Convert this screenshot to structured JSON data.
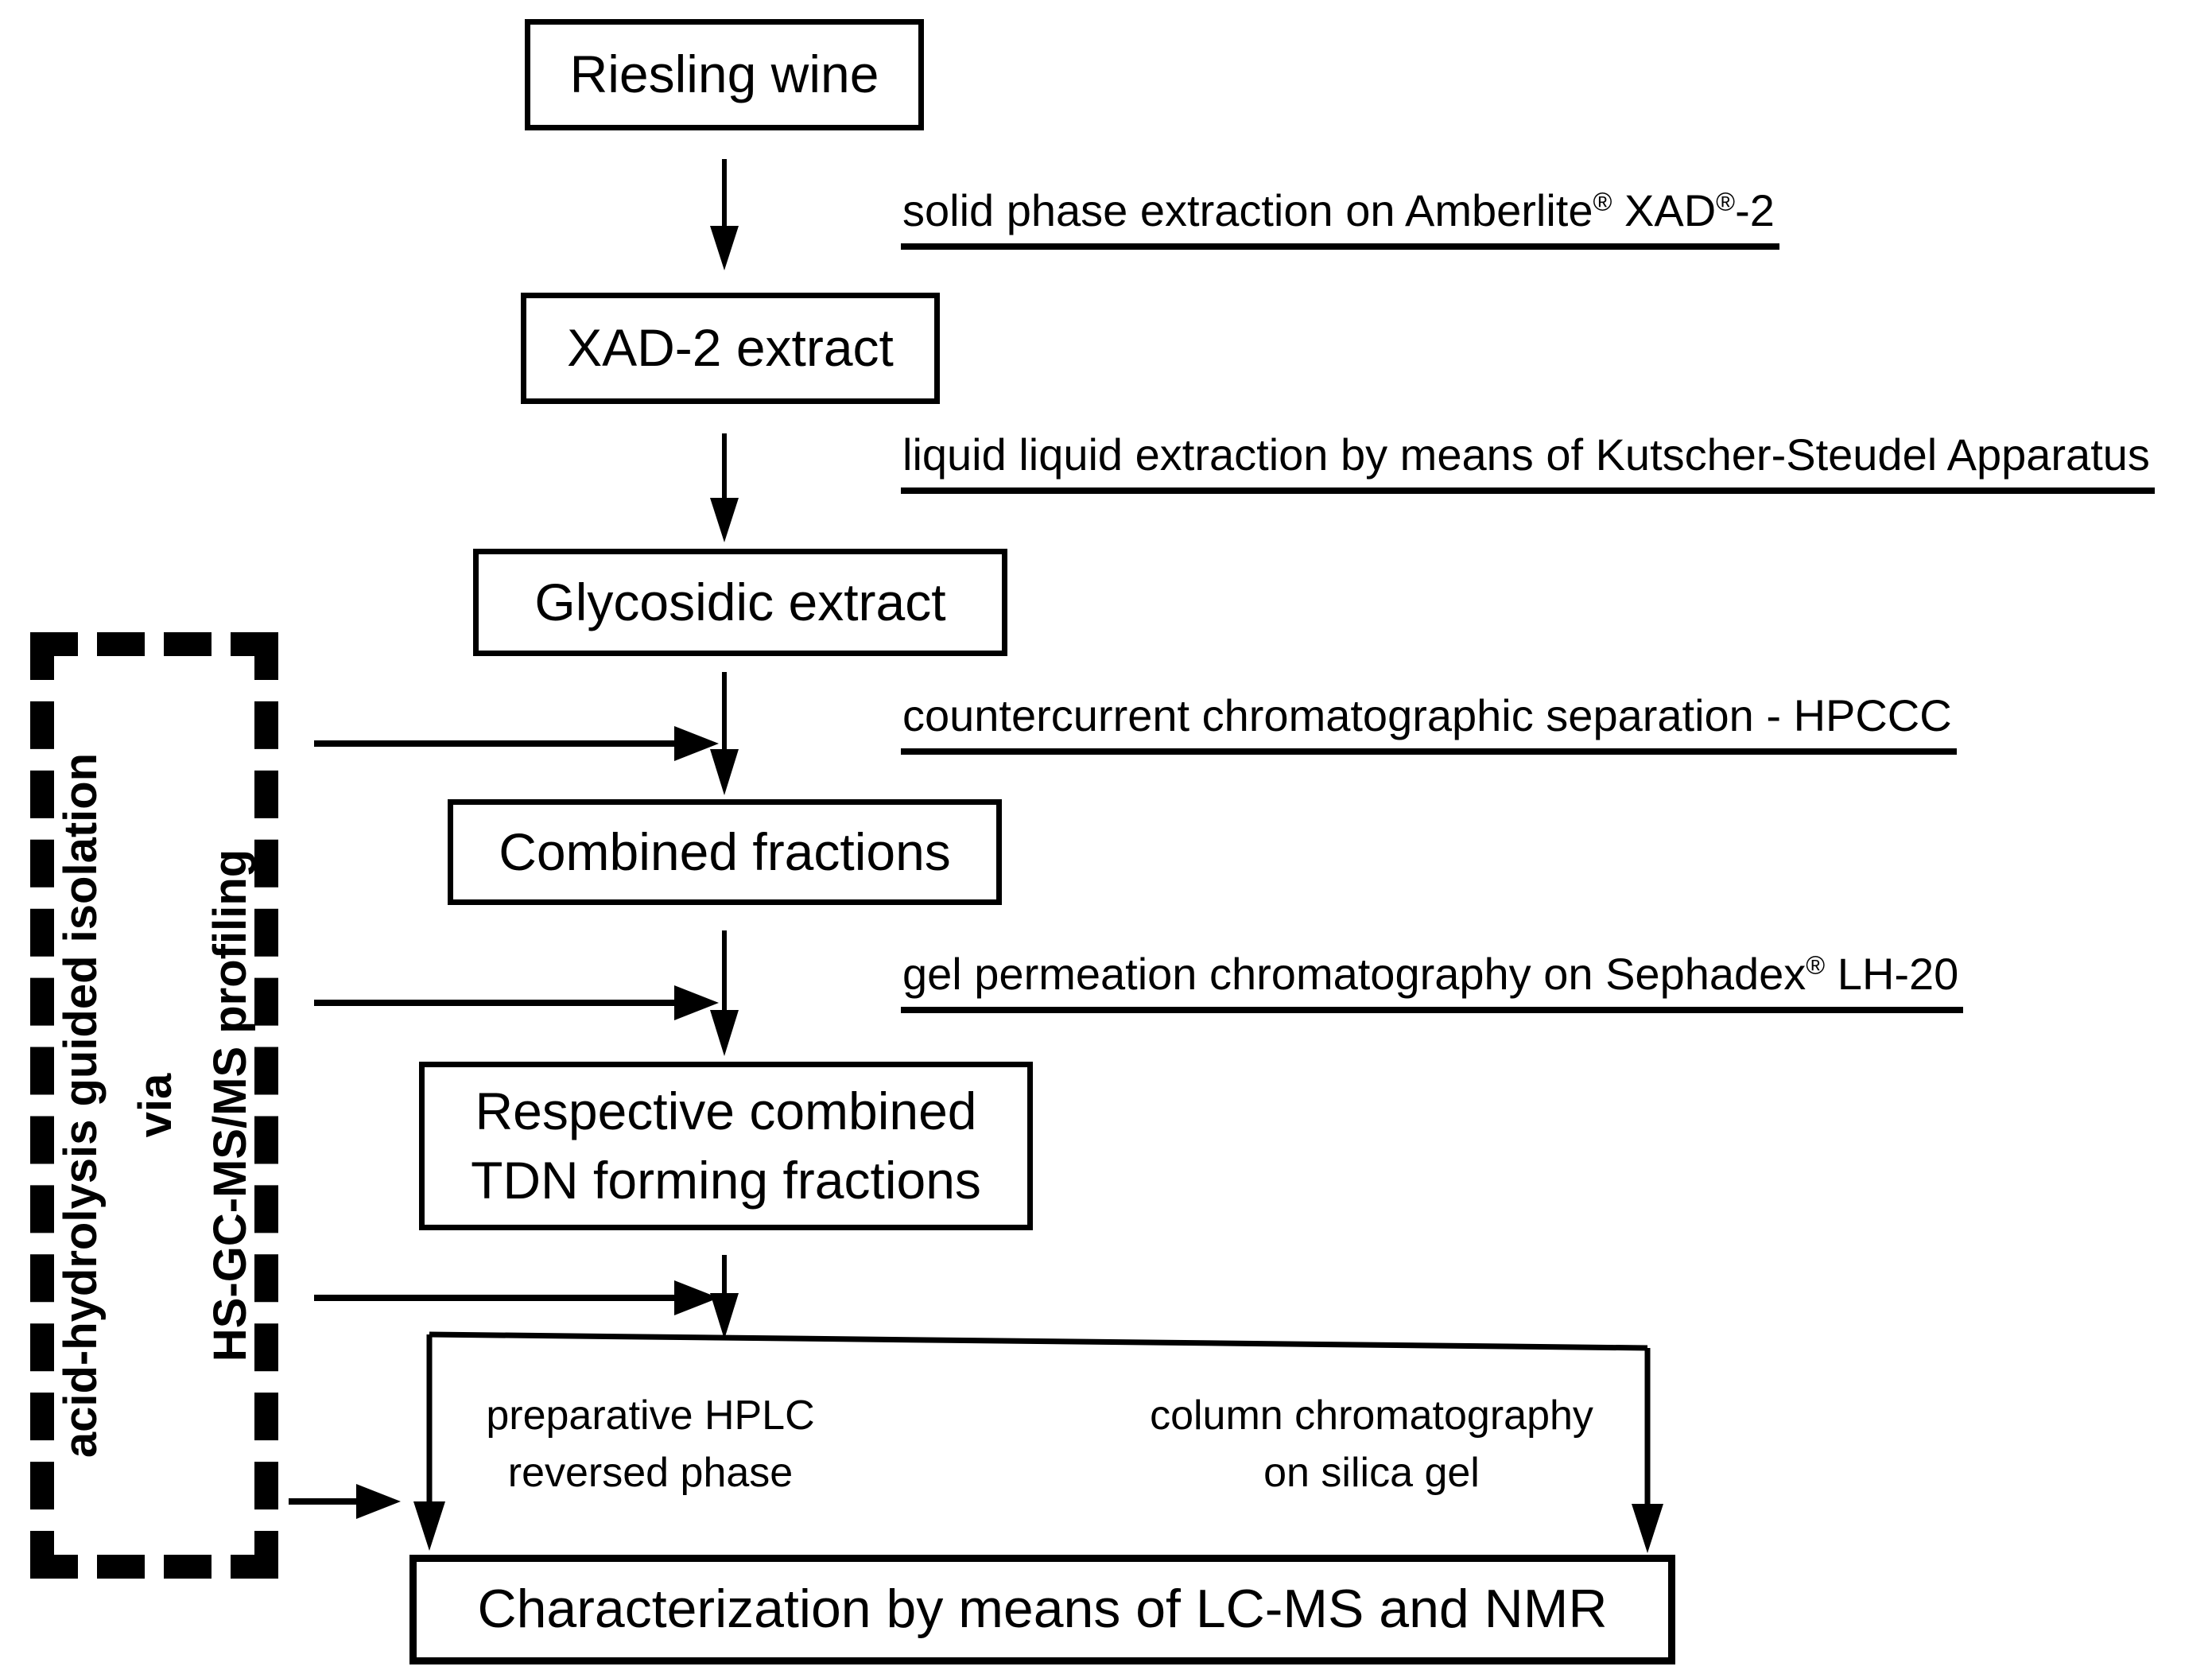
{
  "diagram": {
    "colors": {
      "background": "#ffffff",
      "ink": "#000000"
    },
    "boxes": {
      "riesling": "Riesling wine",
      "xad2": "XAD-2 extract",
      "glycosidic": "Glycosidic extract",
      "combined": "Combined fractions",
      "tdn_line1": "Respective combined",
      "tdn_line2": "TDN forming fractions",
      "characterization": "Characterization by means of LC-MS and NMR"
    },
    "step_labels": {
      "step1": {
        "pre": "solid phase extraction on Amberlite",
        "sup1": "®",
        "mid": " XAD",
        "sup2": "®",
        "post": "-2"
      },
      "step2": {
        "text": "liquid liquid extraction by means of Kutscher-Steudel Apparatus"
      },
      "step3": {
        "text": "countercurrent chromatographic separation - HPCCC"
      },
      "step4": {
        "pre": "gel permeation chromatography on Sephadex",
        "sup1": "®",
        "post": " LH-20"
      }
    },
    "branches": {
      "left_line1": "preparative HPLC",
      "left_line2": "reversed phase",
      "right_line1": "column chromatography",
      "right_line2": "on silica gel"
    },
    "side_note": {
      "line1": "acid-hydrolysis guided isolation",
      "line2": "via",
      "line3": "HS-GC-MS/MS profiling"
    }
  }
}
